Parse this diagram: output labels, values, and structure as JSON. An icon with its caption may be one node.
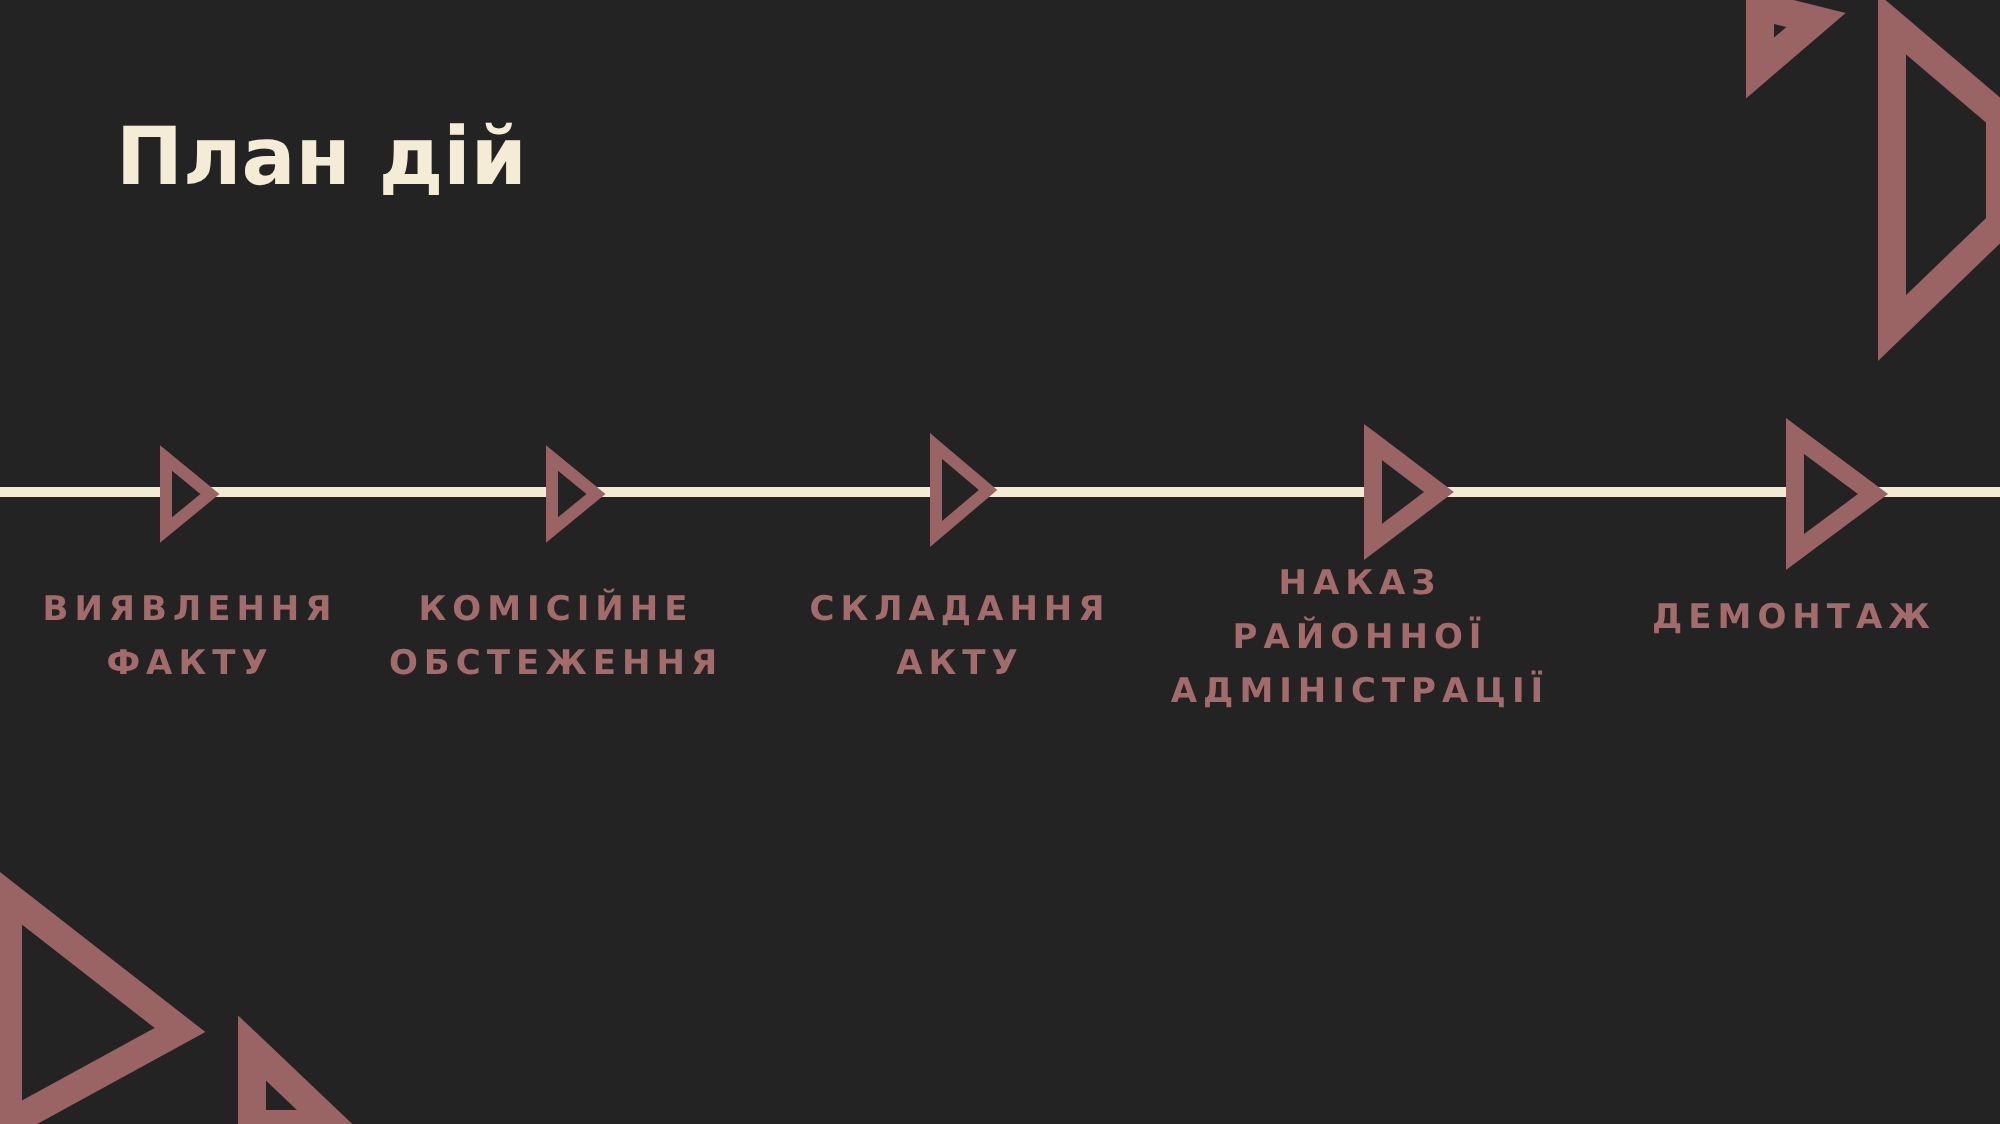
{
  "diagram": {
    "title": "План дій",
    "nodes": [
      {
        "text": [],
        "shape": "triangle",
        "beside": [
          "ВИЯВЛЕННЯ ФАКТУ"
        ]
      },
      {
        "text": [],
        "shape": "triangle",
        "beside": [
          "КОМІСІЙНЕ ОБСТЕЖЕННЯ"
        ]
      },
      {
        "text": [],
        "shape": "triangle",
        "beside": [
          "СКЛАДАННЯ АКТУ"
        ]
      },
      {
        "text": [],
        "shape": "triangle",
        "beside": [
          "НАКАЗ РАЙОННОЇ АДМІНІСТРАЦІЇ"
        ]
      },
      {
        "text": [],
        "shape": "triangle",
        "beside": [
          "ДЕМОНТАЖ"
        ]
      }
    ],
    "edges": [
      {
        "from": null,
        "to": 0,
        "arrow": "none"
      },
      {
        "from": 0,
        "to": 1,
        "arrow": "none"
      },
      {
        "from": 1,
        "to": 2,
        "arrow": "none"
      },
      {
        "from": 2,
        "to": 3,
        "arrow": "none"
      },
      {
        "from": 3,
        "to": 4,
        "arrow": "none"
      },
      {
        "from": 4,
        "to": null,
        "arrow": "none"
      }
    ]
  }
}
